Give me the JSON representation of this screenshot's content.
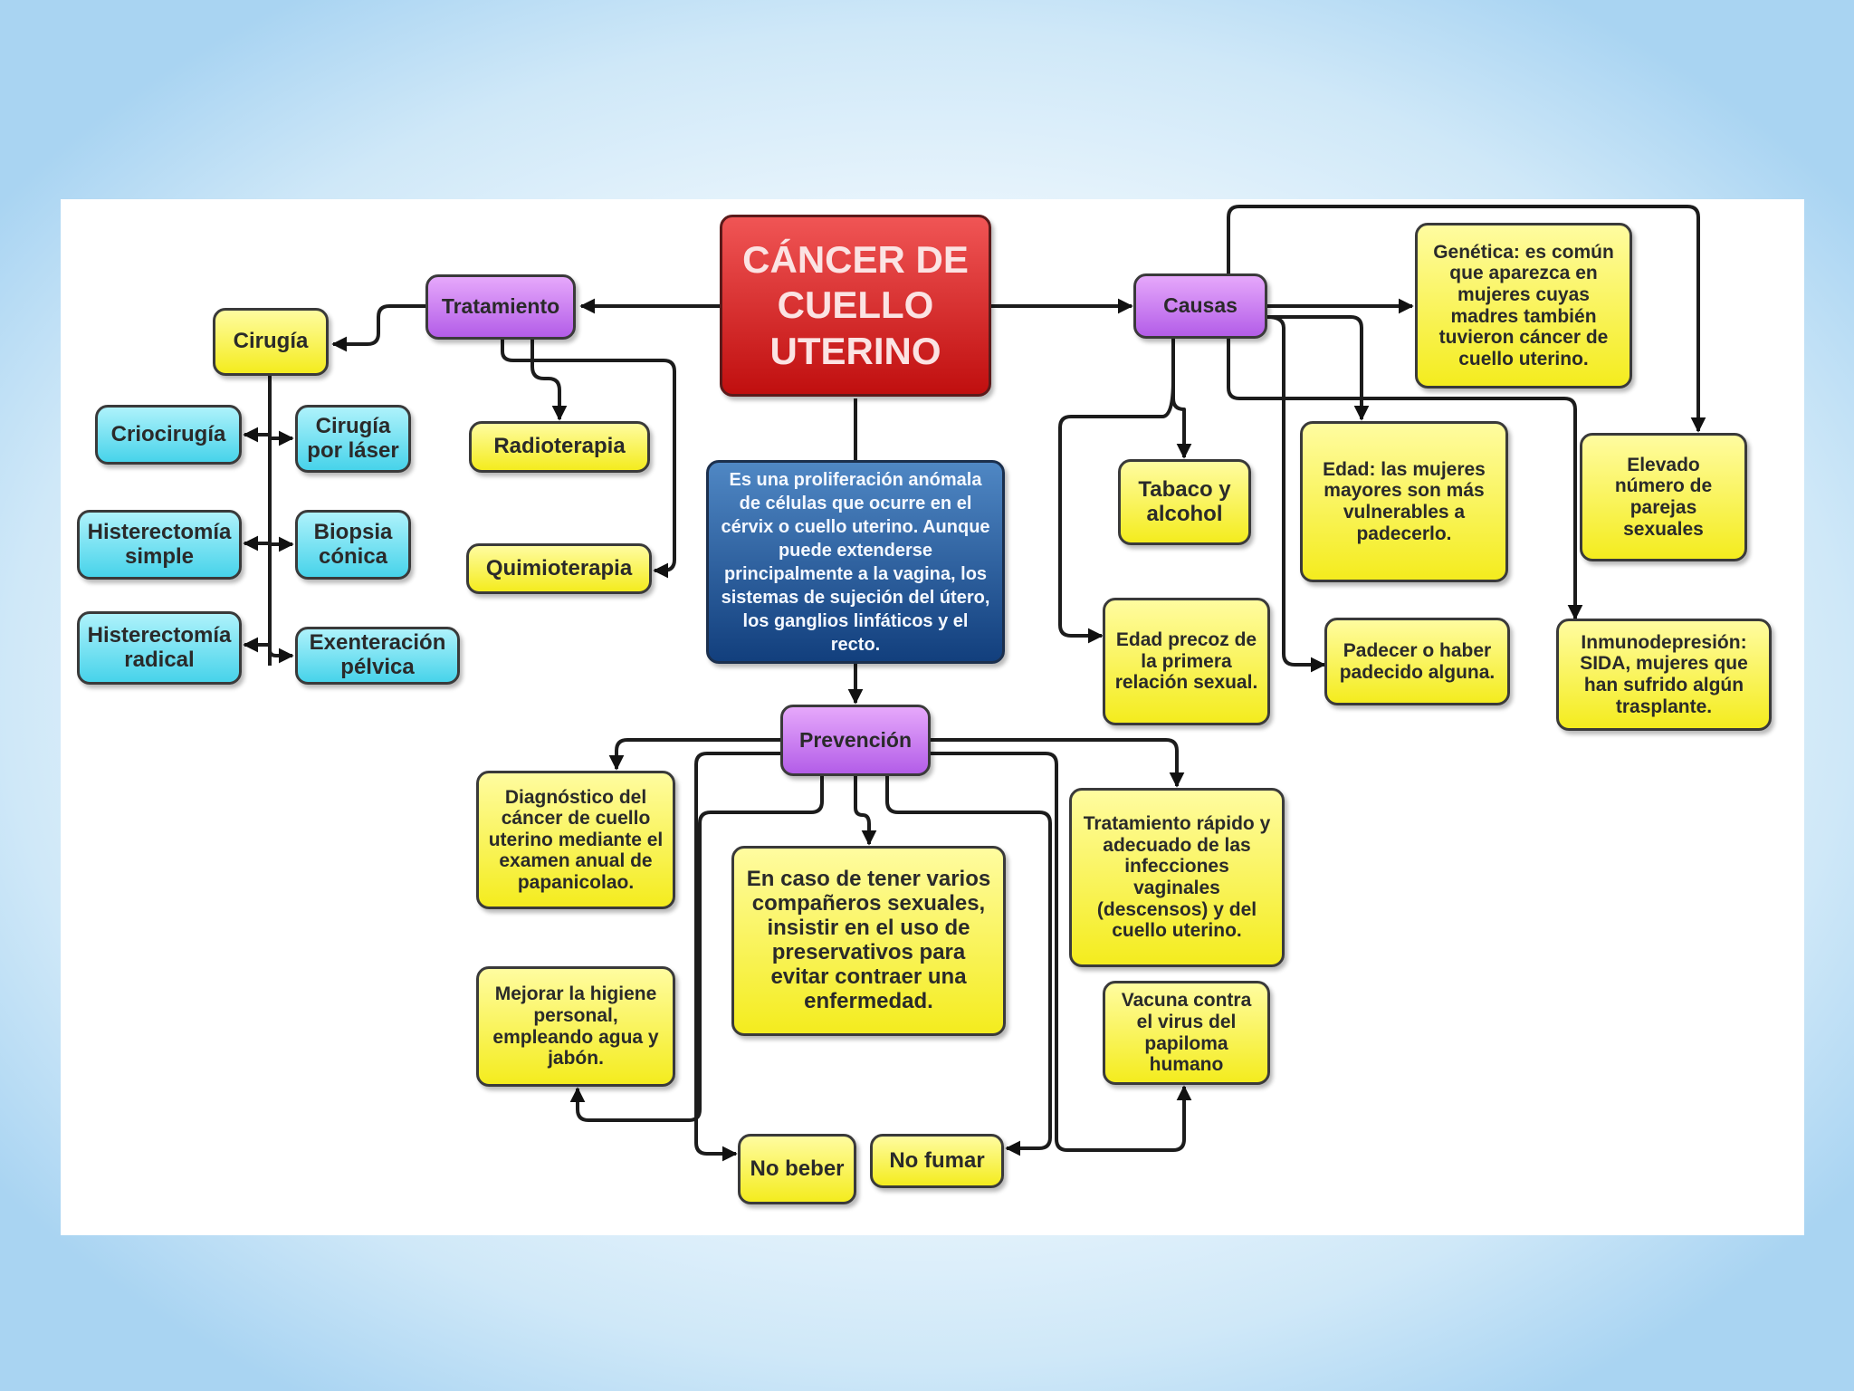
{
  "title": "CÁNCER DE\nCUELLO\nUTERINO",
  "definition": "Es una proliferación anómala de células que ocurre en el cérvix o cuello uterino. Aunque puede extenderse principalmente a la vagina, los sistemas de sujeción del útero, los ganglios linfáticos y el recto.",
  "tratamiento": {
    "label": "Tratamiento",
    "cirugia": {
      "label": "Cirugía",
      "items": [
        "Criocirugía",
        "Cirugía\npor láser",
        "Histerectomía\nsimple",
        "Biopsia\ncónica",
        "Histerectomía\nradical",
        "Exenteración\npélvica"
      ]
    },
    "radioterapia": "Radioterapia",
    "quimioterapia": "Quimioterapia"
  },
  "causas": {
    "label": "Causas",
    "genetica": "Genética: es común que aparezca en mujeres cuyas madres también tuvieron cáncer de cuello uterino.",
    "tabaco": "Tabaco y\nalcohol",
    "edad": "Edad: las mujeres mayores son más vulnerables a padecerlo.",
    "parejas": "Elevado\nnúmero de\nparejas\nsexuales",
    "edad_precoz": "Edad precoz de la primera relación sexual.",
    "padecer": "Padecer o haber padecido alguna.",
    "inmuno": "Inmunodepresión: SIDA, mujeres que han sufrido algún trasplante."
  },
  "prevencion": {
    "label": "Prevención",
    "diagnostico": "Diagnóstico del cáncer de cuello uterino mediante el examen anual de papanicolao.",
    "preservativos": "En caso de tener varios compañeros sexuales, insistir en el uso de preservativos para evitar contraer una enfermedad.",
    "tratamiento_rapido": "Tratamiento rápido y adecuado de las infecciones vaginales (descensos) y del cuello uterino.",
    "higiene": "Mejorar la higiene personal, empleando agua y jabón.",
    "vacuna": "Vacuna contra el virus del papiloma humano",
    "no_beber": "No beber",
    "no_fumar": "No fumar"
  }
}
